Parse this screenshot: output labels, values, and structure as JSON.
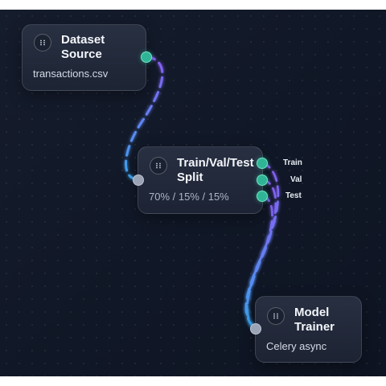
{
  "nodes": {
    "dataset": {
      "title": "Dataset Source",
      "subtitle": "transactions.csv"
    },
    "split": {
      "title": "Train/Val/Test Split",
      "subtitle": "70% / 15% / 15%",
      "outputs": [
        "Train",
        "Val",
        "Test"
      ]
    },
    "trainer": {
      "title": "Model Trainer",
      "subtitle": "Celery async"
    }
  },
  "colors": {
    "edge_start": "#8b5cf6",
    "edge_end": "#3ba7f0",
    "port_output": "#2fb596",
    "port_input": "#9aa4b6",
    "canvas": "#121a29"
  },
  "icons": {
    "node_handle": "grip-dots-icon"
  }
}
